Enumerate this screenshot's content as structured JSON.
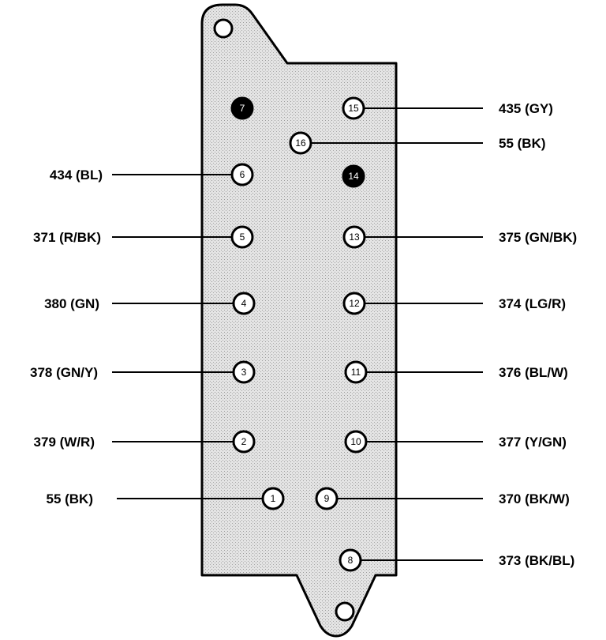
{
  "connector": {
    "pins": [
      {
        "number": "1",
        "filled": false,
        "label": "55 (BK)"
      },
      {
        "number": "2",
        "filled": false,
        "label": "379 (W/R)"
      },
      {
        "number": "3",
        "filled": false,
        "label": "378 (GN/Y)"
      },
      {
        "number": "4",
        "filled": false,
        "label": "380 (GN)"
      },
      {
        "number": "5",
        "filled": false,
        "label": "371 (R/BK)"
      },
      {
        "number": "6",
        "filled": false,
        "label": "434 (BL)"
      },
      {
        "number": "7",
        "filled": true,
        "label": ""
      },
      {
        "number": "8",
        "filled": false,
        "label": "373 (BK/BL)"
      },
      {
        "number": "9",
        "filled": false,
        "label": "370 (BK/W)"
      },
      {
        "number": "10",
        "filled": false,
        "label": "377 (Y/GN)"
      },
      {
        "number": "11",
        "filled": false,
        "label": "376 (BL/W)"
      },
      {
        "number": "12",
        "filled": false,
        "label": "374 (LG/R)"
      },
      {
        "number": "13",
        "filled": false,
        "label": "375 (GN/BK)"
      },
      {
        "number": "14",
        "filled": true,
        "label": ""
      },
      {
        "number": "15",
        "filled": false,
        "label": "435 (GY)"
      },
      {
        "number": "16",
        "filled": false,
        "label": "55 (BK)"
      }
    ]
  }
}
